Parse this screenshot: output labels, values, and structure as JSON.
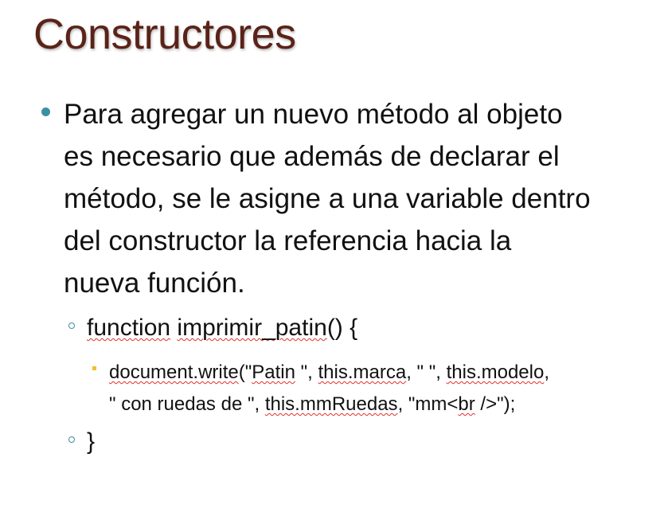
{
  "title": "Constructores",
  "colors": {
    "title": "#5a2318",
    "bullet": "#3c8fa2",
    "subbullet": "#f0c030",
    "spellcheck": "#e0302c"
  },
  "bullet": {
    "lines": [
      "Para agregar un nuevo método al objeto",
      "es necesario que además de declarar el",
      "método, se le asigne a una variable dentro",
      "del constructor la referencia hacia la",
      "nueva función."
    ]
  },
  "code": {
    "open_parts": [
      "function",
      " ",
      "imprimir_patin",
      "() {"
    ],
    "write_line1": [
      "document.write",
      "(\"",
      "Patin",
      " \", ",
      "this.marca",
      ", \" \", ",
      "this.modelo",
      ","
    ],
    "write_line2": [
      "\" con ruedas de \", ",
      "this.mmRuedas",
      ", \"mm<",
      "br",
      " />\");"
    ],
    "close": "}"
  }
}
